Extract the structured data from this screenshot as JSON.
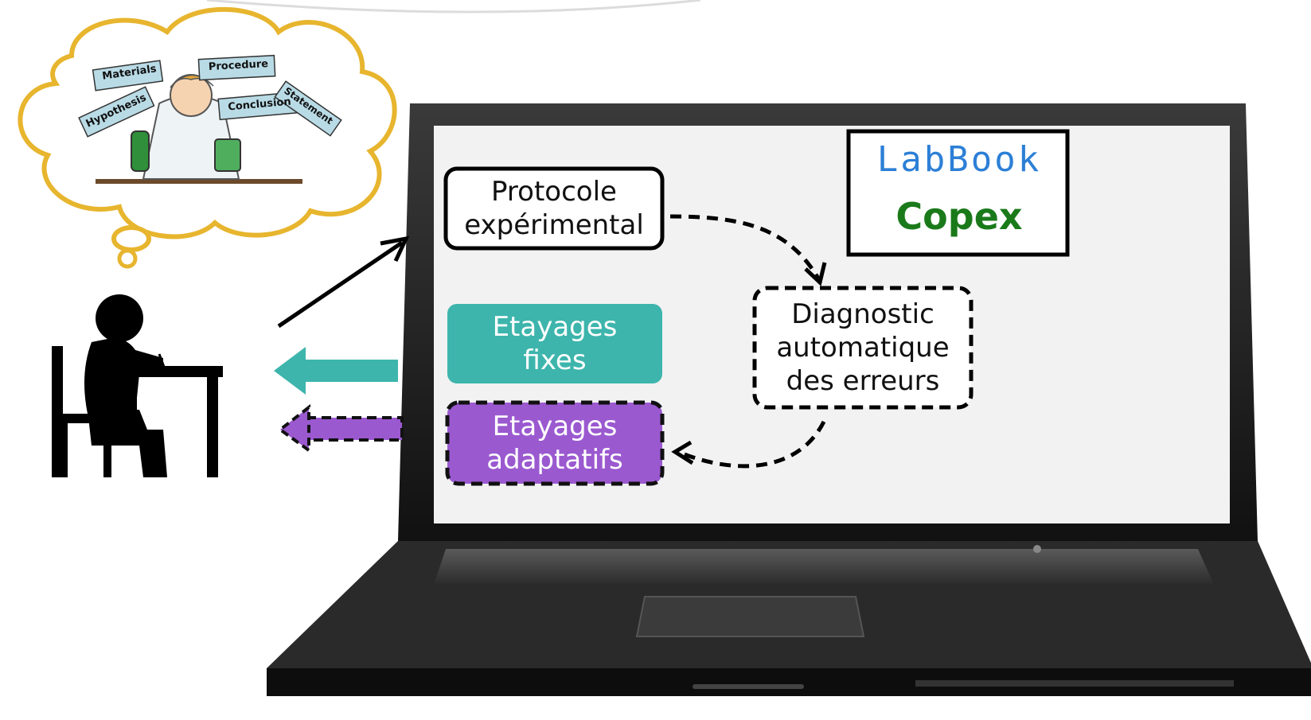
{
  "bubble": {
    "tags": [
      "Materials",
      "Procedure",
      "Hypothesis",
      "Conclusion",
      "Statement"
    ]
  },
  "brand": {
    "labbook": "LabBook",
    "copex": "Copex",
    "copex_color": "#1a7a1a",
    "labbook_color": "#2c7fd6"
  },
  "nodes": {
    "protocol": [
      "Protocole",
      "expérimental"
    ],
    "diagnostic": [
      "Diagnostic",
      "automatique",
      "des erreurs"
    ],
    "fixed": [
      "Etayages",
      "fixes"
    ],
    "adaptive": [
      "Etayages",
      "adaptatifs"
    ]
  },
  "colors": {
    "teal": "#3db5ac",
    "purple": "#9b59d0",
    "cloud_outline": "#e7b52e"
  }
}
